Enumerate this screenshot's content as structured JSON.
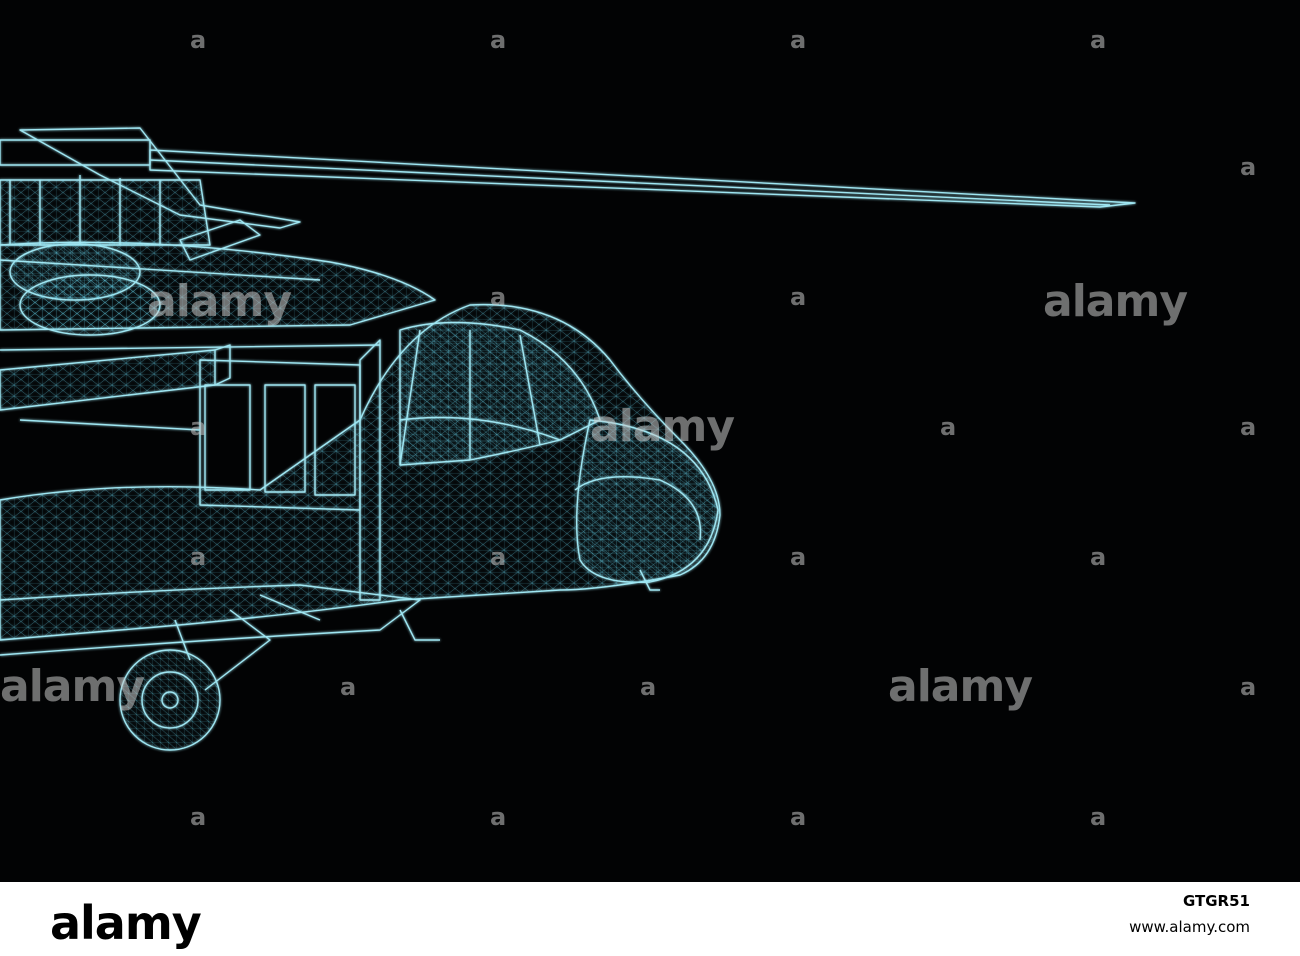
{
  "image": {
    "subject": "helicopter-wireframe",
    "colors": {
      "background": "#020304",
      "wire": "#9fe6f2",
      "wire_glow": "#5fc8e0"
    }
  },
  "watermark": {
    "word": "alamy",
    "mark": "a"
  },
  "footer": {
    "logo": "alamy",
    "image_id": "GTGR51",
    "url": "www.alamy.com"
  }
}
